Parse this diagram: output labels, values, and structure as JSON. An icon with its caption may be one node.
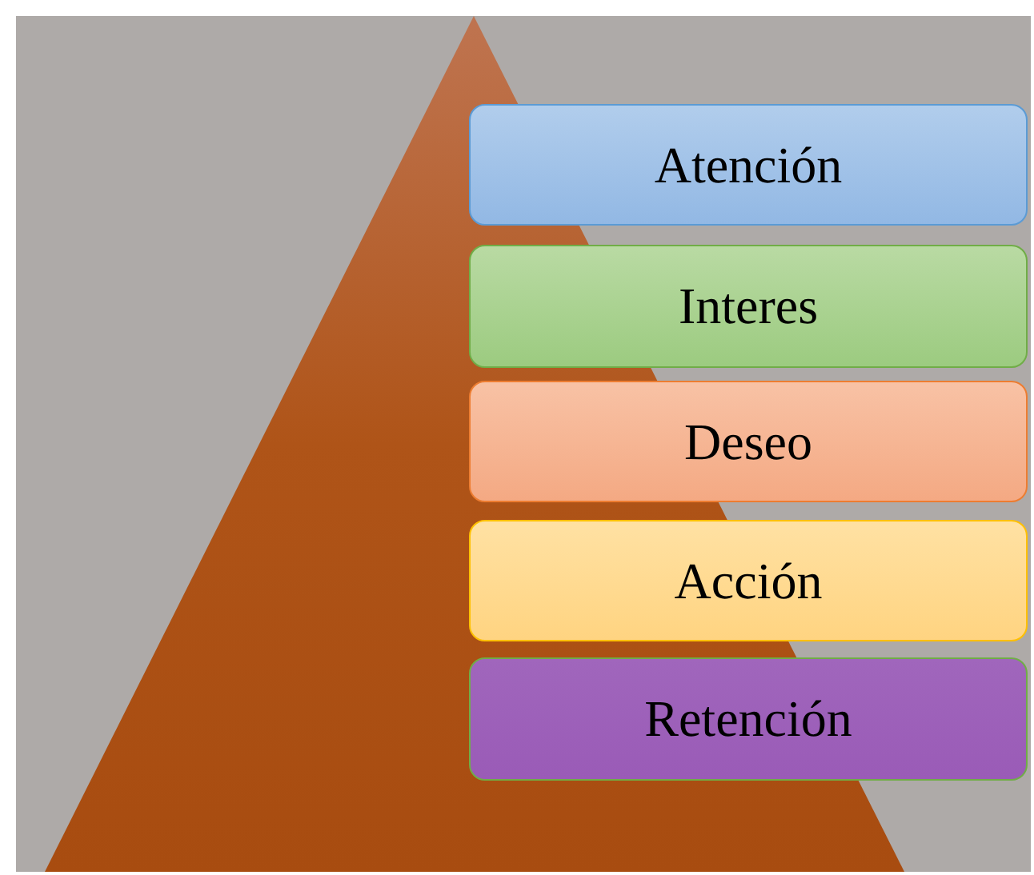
{
  "diagram": {
    "nodes": [
      {
        "text": [
          "Atención"
        ]
      },
      {
        "text": [
          "Interes"
        ]
      },
      {
        "text": [
          "Deseo"
        ]
      },
      {
        "text": [
          "Acción"
        ]
      },
      {
        "text": [
          "Retención"
        ]
      }
    ]
  }
}
